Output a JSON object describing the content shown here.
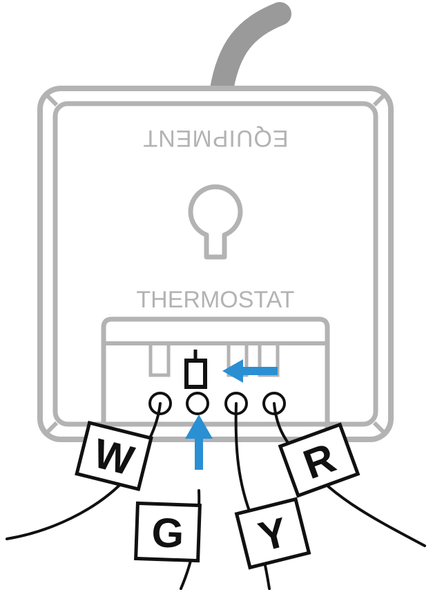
{
  "diagram": {
    "equipment_label": "EQUIPMENT",
    "thermostat_label": "THERMOSTAT",
    "wires": [
      {
        "label": "W"
      },
      {
        "label": "G"
      },
      {
        "label": "Y"
      },
      {
        "label": "R"
      }
    ]
  },
  "colors": {
    "housing_outline": "#b3b3b3",
    "cable": "#9a9a9a",
    "wire": "#111111",
    "arrow": "#2b8fd3"
  }
}
